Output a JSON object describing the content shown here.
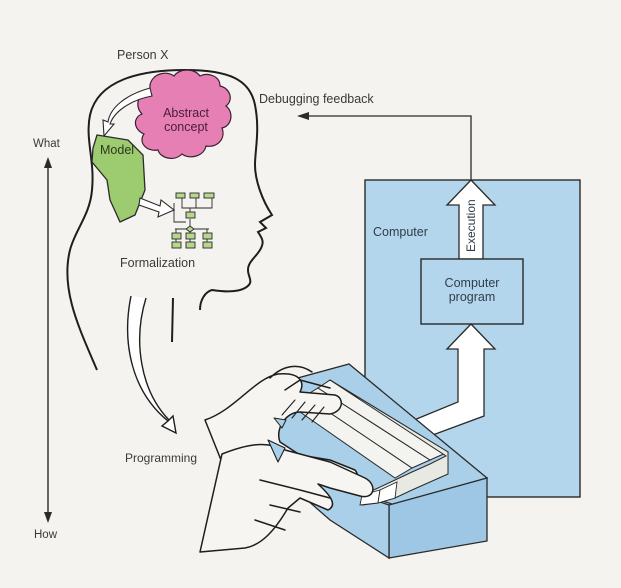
{
  "diagram": {
    "labels": {
      "person": "Person X",
      "abstract_concept_line1": "Abstract",
      "abstract_concept_line2": "concept",
      "model": "Model",
      "formalization": "Formalization",
      "programming": "Programming",
      "debugging_feedback": "Debugging feedback",
      "computer": "Computer",
      "execution": "Execution",
      "computer_program_line1": "Computer",
      "computer_program_line2": "program",
      "axis_top": "What",
      "axis_bottom": "How"
    },
    "colors": {
      "background": "#f4f3ef",
      "concept_pink": "#e67fb4",
      "model_green": "#9ccb70",
      "flowchart_green": "#b9d78c",
      "computer_blue": "#b4d6ec",
      "keyboard_blue": "#a9cfe9",
      "line": "#1e1e1e"
    }
  }
}
